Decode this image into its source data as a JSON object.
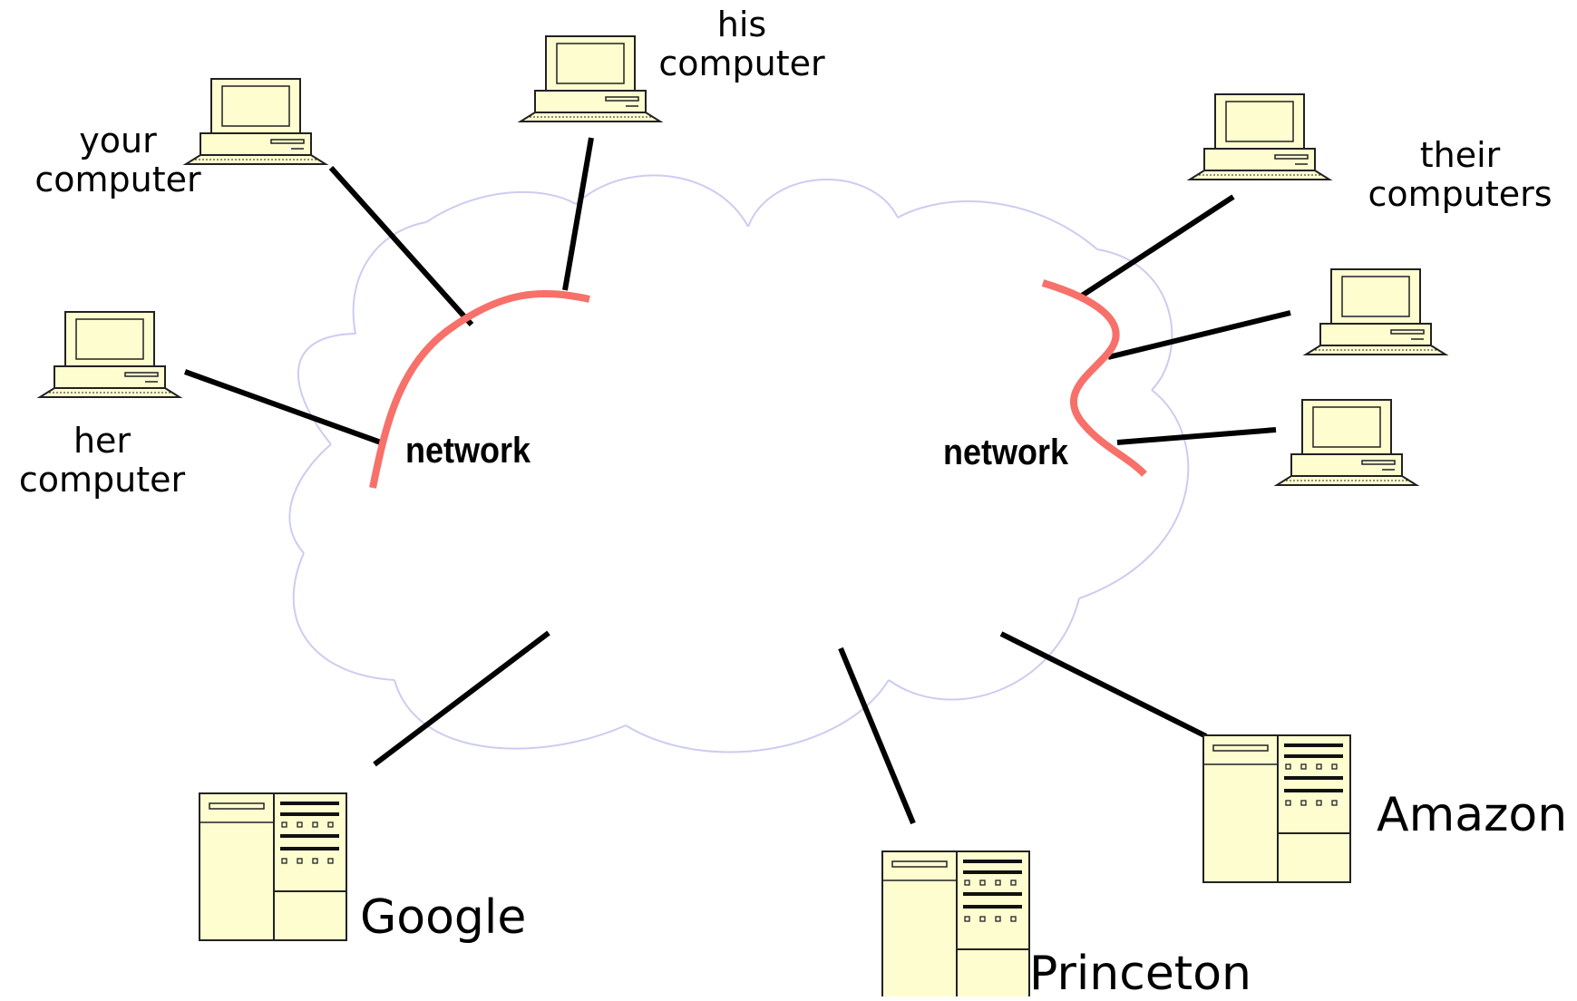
{
  "hosts": {
    "your": {
      "label": "your\ncomputer",
      "icon": "desktop-computer-icon"
    },
    "his": {
      "label": "his\ncomputer",
      "icon": "desktop-computer-icon"
    },
    "her": {
      "label": "her\ncomputer",
      "icon": "desktop-computer-icon"
    },
    "their": {
      "label": "their\ncomputers",
      "icon": "desktop-computer-icon"
    }
  },
  "servers": {
    "google": {
      "label": "Google",
      "icon": "server-cabinet-icon"
    },
    "princeton": {
      "label": "Princeton",
      "icon": "server-cabinet-icon"
    },
    "amazon": {
      "label": "Amazon",
      "icon": "server-cabinet-icon"
    }
  },
  "networks": {
    "left": {
      "label": "network"
    },
    "right": {
      "label": "network"
    }
  },
  "colors": {
    "cloud_outline": "#ccccf2",
    "network_line": "#f7706a",
    "link_line": "#000000",
    "device_fill": "#fdfdd0",
    "device_stroke": "#222222"
  }
}
